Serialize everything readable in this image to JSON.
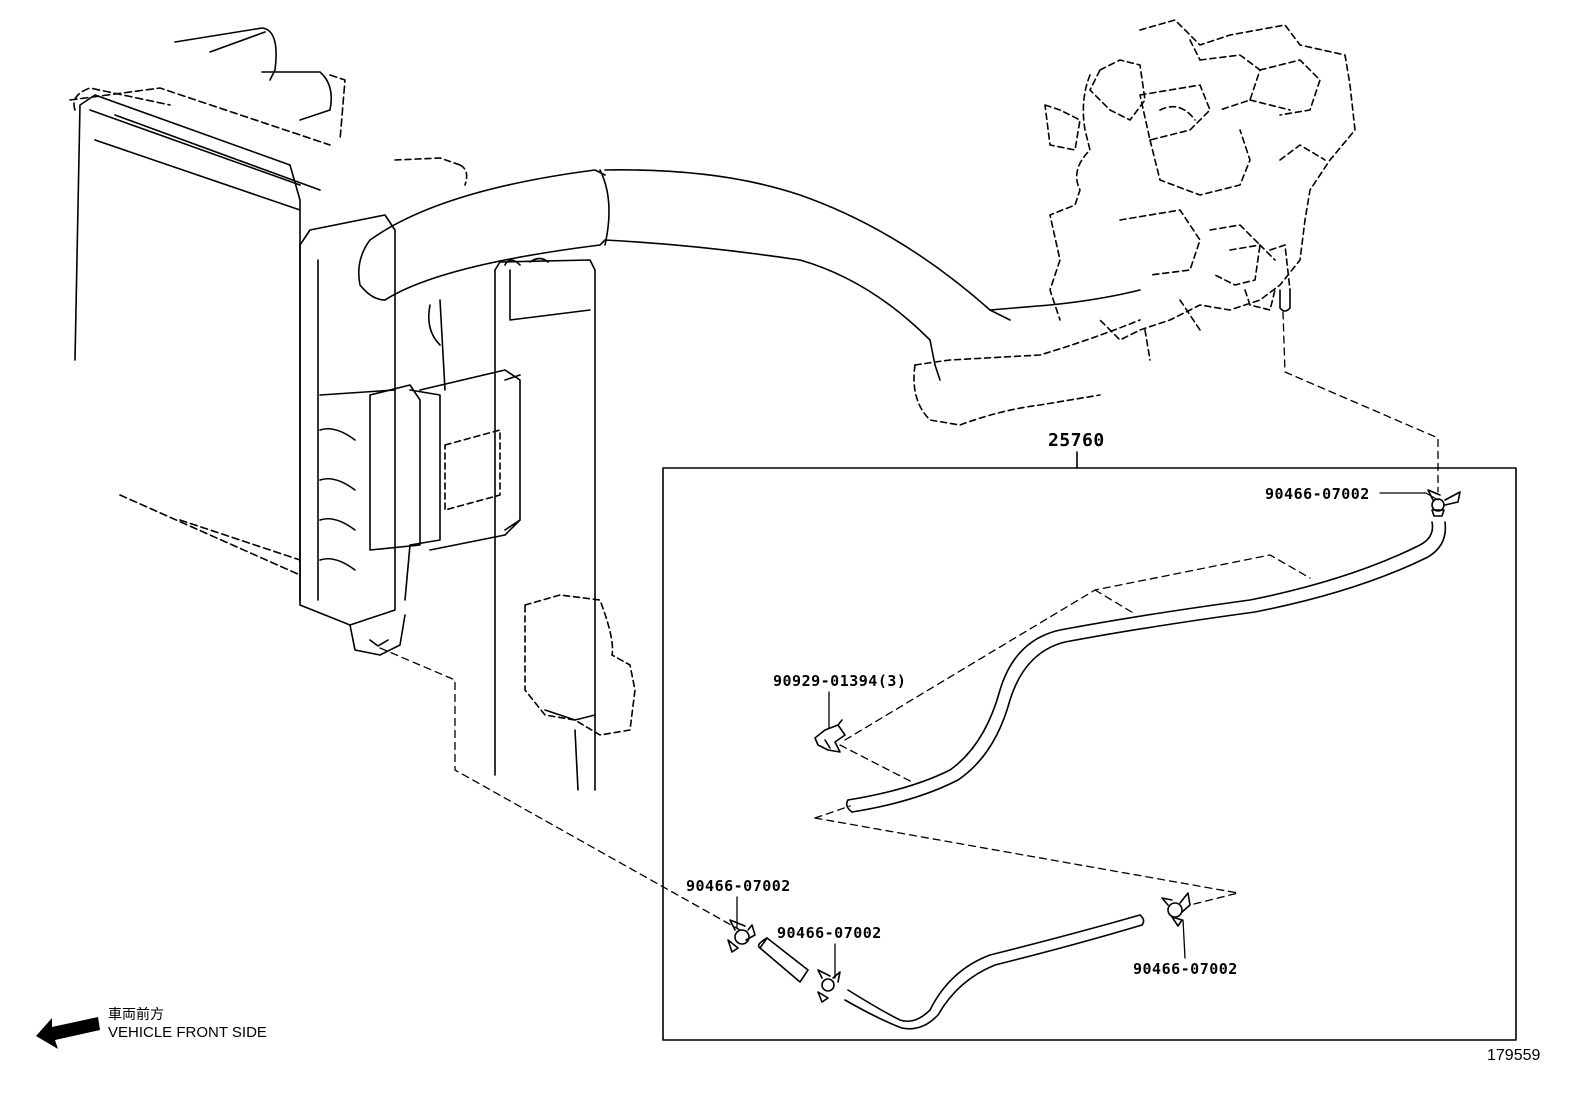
{
  "assembly": {
    "part_no": "25760"
  },
  "callouts": [
    {
      "id": "clamp-top-right",
      "part_no": "90466-07002"
    },
    {
      "id": "clip-left",
      "part_no": "90929-01394",
      "qty": "(3)"
    },
    {
      "id": "clamp-bottom-left",
      "part_no": "90466-07002"
    },
    {
      "id": "clamp-bottom-mid",
      "part_no": "90466-07002"
    },
    {
      "id": "clamp-bottom-right",
      "part_no": "90466-07002"
    }
  ],
  "direction": {
    "jp_label": "車両前方",
    "en_label": "VEHICLE FRONT SIDE"
  },
  "figure_number": "179559",
  "colors": {
    "line": "#000000",
    "background": "#ffffff"
  },
  "icons": {
    "direction": "left-arrow-icon"
  }
}
